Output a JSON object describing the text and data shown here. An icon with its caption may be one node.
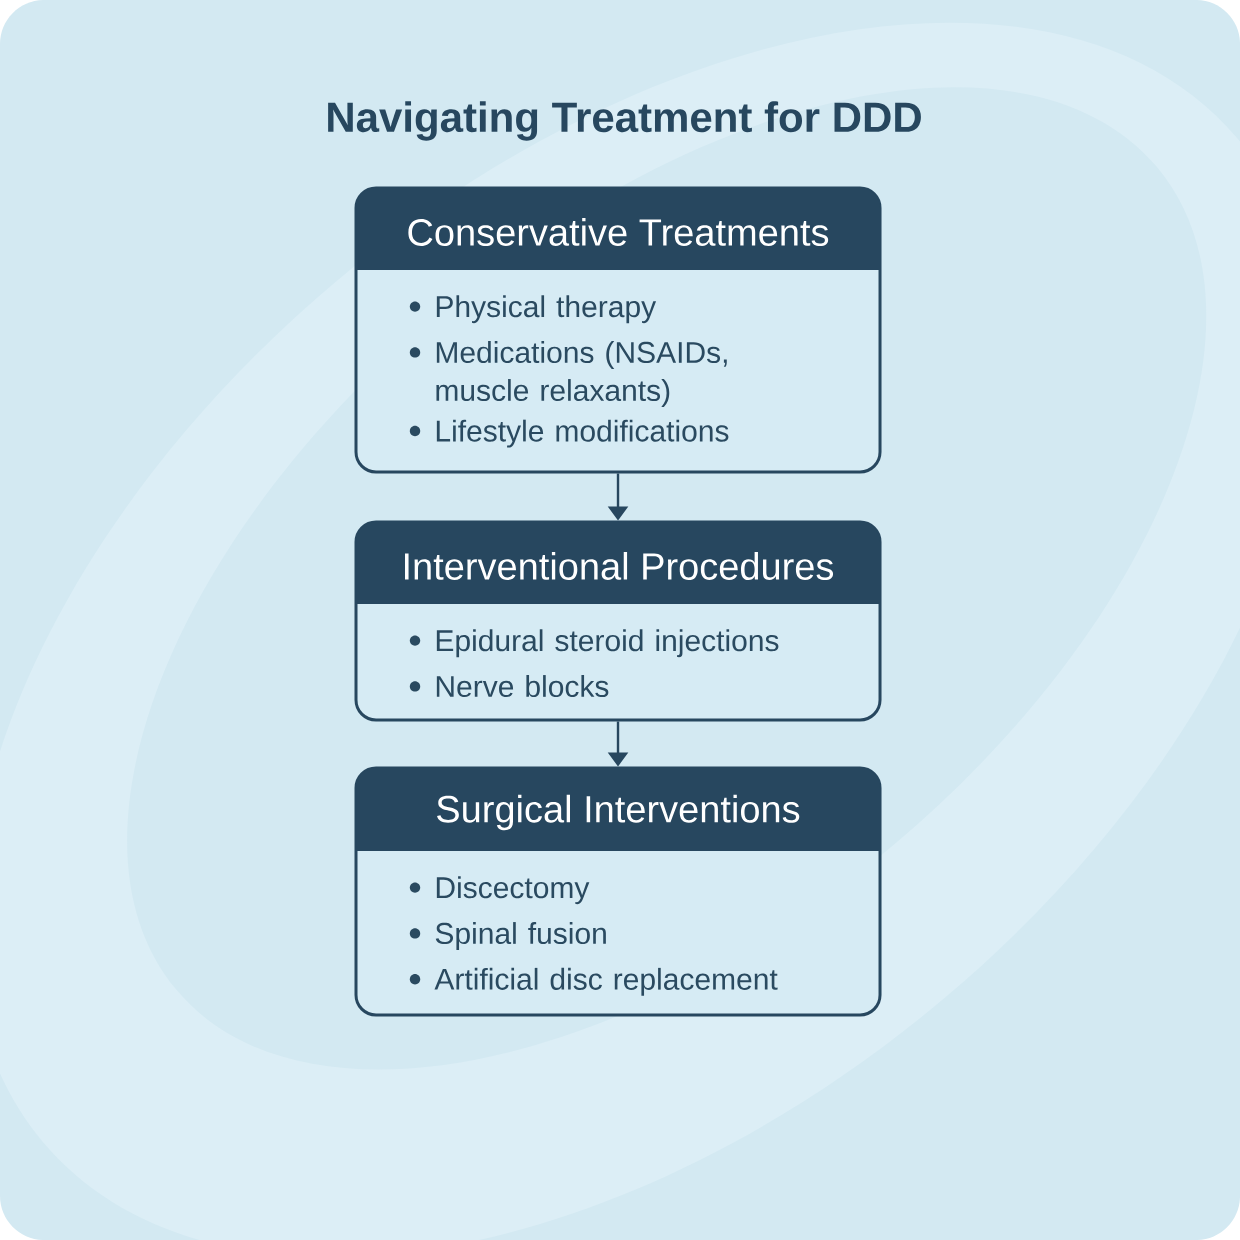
{
  "diagram": {
    "title": "Navigating Treatment for DDD",
    "nodes": [
      {
        "text": [
          "Conservative Treatments",
          "Physical therapy",
          "Medications (NSAIDs, muscle relaxants)",
          "Lifestyle modifications"
        ]
      },
      {
        "text": [
          "Interventional Procedures",
          "Epidural steroid injections",
          "Nerve blocks"
        ]
      },
      {
        "text": [
          "Surgical Interventions",
          "Discectomy",
          "Spinal fusion",
          "Artificial disc replacement"
        ]
      }
    ],
    "edges": [
      {
        "from": 0,
        "to": 1,
        "arrow": "to"
      },
      {
        "from": 1,
        "to": 2,
        "arrow": "to"
      }
    ]
  }
}
